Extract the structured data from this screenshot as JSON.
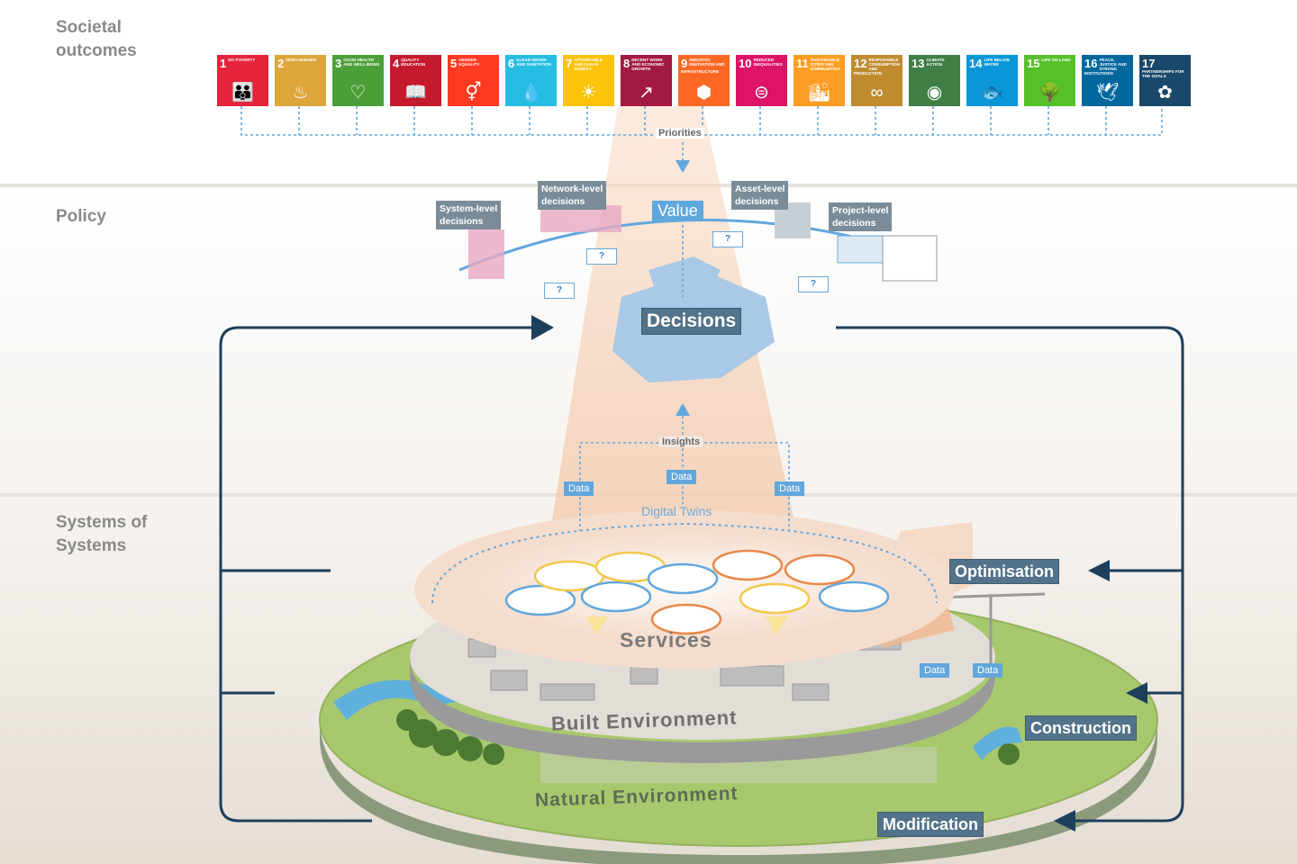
{
  "tiers": {
    "societal": [
      "Societal",
      "outcomes"
    ],
    "policy": "Policy",
    "systems": [
      "Systems of",
      "Systems"
    ]
  },
  "sdgs": [
    {
      "num": "1",
      "title": "No poverty",
      "color": "#e5243b",
      "icon": "people-icon"
    },
    {
      "num": "2",
      "title": "Zero hunger",
      "color": "#dda63a",
      "icon": "bowl-icon"
    },
    {
      "num": "3",
      "title": "Good health and well-being",
      "color": "#4c9f38",
      "icon": "heartbeat-icon"
    },
    {
      "num": "4",
      "title": "Quality education",
      "color": "#c5192d",
      "icon": "book-icon"
    },
    {
      "num": "5",
      "title": "Gender equality",
      "color": "#ff3a21",
      "icon": "gender-icon"
    },
    {
      "num": "6",
      "title": "Clean water and sanitation",
      "color": "#26bde2",
      "icon": "water-drop-icon"
    },
    {
      "num": "7",
      "title": "Affordable and clean energy",
      "color": "#fcc30b",
      "icon": "sun-icon"
    },
    {
      "num": "8",
      "title": "Decent work and economic growth",
      "color": "#a21942",
      "icon": "growth-chart-icon"
    },
    {
      "num": "9",
      "title": "Industry, innovation and infrastructure",
      "color": "#fd6925",
      "icon": "cubes-icon"
    },
    {
      "num": "10",
      "title": "Reduced inequalities",
      "color": "#dd1367",
      "icon": "equal-icon"
    },
    {
      "num": "11",
      "title": "Sustainable cities and communities",
      "color": "#fd9d24",
      "icon": "city-icon"
    },
    {
      "num": "12",
      "title": "Responsible consumption and production",
      "color": "#bf8b2e",
      "icon": "infinity-icon"
    },
    {
      "num": "13",
      "title": "Climate action",
      "color": "#3f7e44",
      "icon": "eye-globe-icon"
    },
    {
      "num": "14",
      "title": "Life below water",
      "color": "#0a97d9",
      "icon": "fish-icon"
    },
    {
      "num": "15",
      "title": "Life on land",
      "color": "#56c02b",
      "icon": "tree-icon"
    },
    {
      "num": "16",
      "title": "Peace, justice and strong institutions",
      "color": "#00689d",
      "icon": "dove-icon"
    },
    {
      "num": "17",
      "title": "Partnerships for the goals",
      "color": "#19486a",
      "icon": "flower-icon"
    }
  ],
  "flow": {
    "priorities": "Priorities",
    "value": "Value",
    "decisions": "Decisions",
    "insights": "Insights",
    "data_left": "Data",
    "data_center": "Data",
    "data_right": "Data",
    "digital_twins": "Digital Twins",
    "data_pair_1": "Data",
    "data_pair_2": "Data"
  },
  "decision_levels": {
    "system": [
      "System-level",
      "decisions"
    ],
    "network": [
      "Network-level",
      "decisions"
    ],
    "asset": [
      "Asset-level",
      "decisions"
    ],
    "project": [
      "Project-level",
      "decisions"
    ]
  },
  "question_mark": "?",
  "layers": {
    "services": "Services",
    "built": "Built Environment",
    "natural": "Natural Environment"
  },
  "lifecycle": {
    "optimisation": "Optimisation",
    "construction": "Construction",
    "modification": "Modification"
  },
  "colors": {
    "navy": "#1d3f5c",
    "accent_blue": "#5fa8de",
    "tag_grey": "#7b8c98",
    "label_slate": "#527389"
  }
}
